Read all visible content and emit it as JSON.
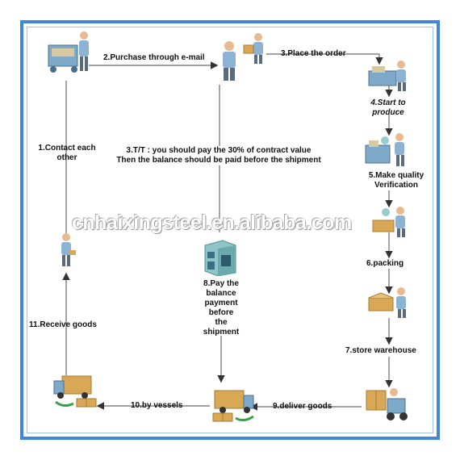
{
  "steps": {
    "s1": [
      "1.Contact each",
      "other"
    ],
    "s2": "2.Purchase through e-mail",
    "s3": "3.Place the order",
    "s4": [
      "4.Start to",
      "produce"
    ],
    "s5": [
      "5.Make quality",
      "Verification"
    ],
    "s6": "6.packing",
    "s7": "7.store warehouse",
    "s8": [
      "8.Pay the",
      "balance",
      "payment",
      "before",
      "the",
      "shipment"
    ],
    "s9": "9.deliver goods",
    "s10": "10.by  vessels",
    "s11": "11.Receive goods"
  },
  "note": {
    "line1": "3.T/T : you should pay the 30% of contract value",
    "line2": "Then the balance should be paid before the shipment"
  },
  "watermark": "cnhaixingsteel.en.alibaba.com",
  "icons": {
    "buyer_office": "person-at-desk-icon",
    "emailer": "person-standing-icon",
    "order_placer": "person-handing-box-icon",
    "producer": "worker-at-machine-icon",
    "inspector": "quality-inspector-icon",
    "packer": "packing-worker-icon",
    "storer": "warehouse-worker-icon",
    "bank": "bank-building-icon",
    "delivery_truck": "forklift-truck-icon",
    "ship_truck": "delivery-truck-icon",
    "receive_truck": "receiving-truck-icon",
    "receiver": "receiver-person-icon"
  },
  "colors": {
    "frame": "#3f86d8",
    "arrow": "#555555",
    "text": "#111111"
  }
}
